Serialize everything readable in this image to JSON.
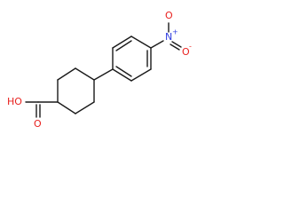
{
  "molecule": {
    "atoms": {
      "hydroxyl": "HO",
      "carbonyl_oxygen": "O",
      "nitro_nitrogen": "N",
      "nitro_charge_plus": "+",
      "nitro_oxygen_top": "O",
      "nitro_oxygen_right": "O",
      "nitro_charge_minus": "-"
    },
    "colors": {
      "oxygen": "#e8201e",
      "nitrogen": "#2f3de0",
      "bond": "#1a1a1a"
    }
  }
}
